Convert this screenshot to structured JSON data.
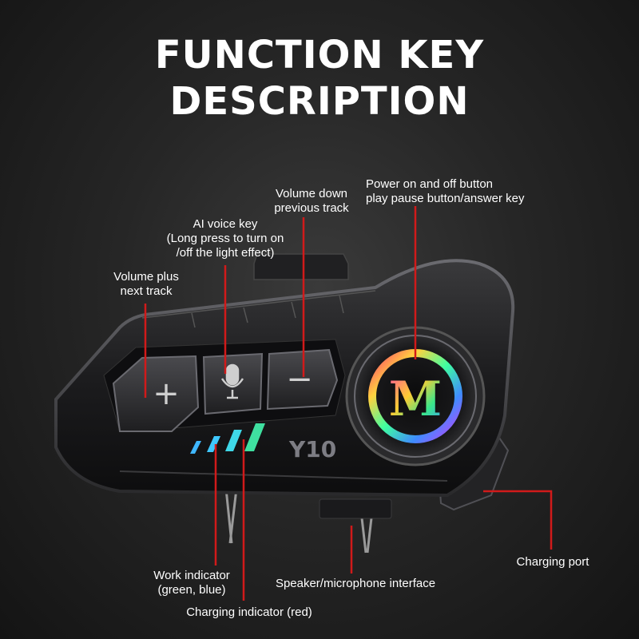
{
  "title": {
    "line1": "FUNCTION KEY",
    "line2": "DESCRIPTION"
  },
  "callouts": {
    "power": {
      "line1": "Power on and off button",
      "line2": "play pause button/answer key"
    },
    "volume_down": {
      "line1": "Volume down",
      "line2": "previous track"
    },
    "ai_voice": {
      "line1": "AI voice key",
      "line2": "(Long press to turn on",
      "line3": "/off the light effect)"
    },
    "volume_plus": {
      "line1": "Volume plus",
      "line2": "next track"
    },
    "work_indicator": {
      "line1": "Work indicator",
      "line2": "(green, blue)"
    },
    "charging_indicator": {
      "line1": "Charging indicator (red)"
    },
    "speaker_interface": {
      "line1": "Speaker/microphone interface"
    },
    "charging_port": {
      "line1": "Charging port"
    }
  },
  "device": {
    "model": "Y10",
    "plus_symbol": "+",
    "minus_symbol": "−",
    "logo_letter": "M",
    "mic_icon": "microphone-icon"
  },
  "colors": {
    "callout_line": "#d11a1a",
    "led_blue": "#3fb6ff",
    "led_green": "#3fe0a0"
  }
}
